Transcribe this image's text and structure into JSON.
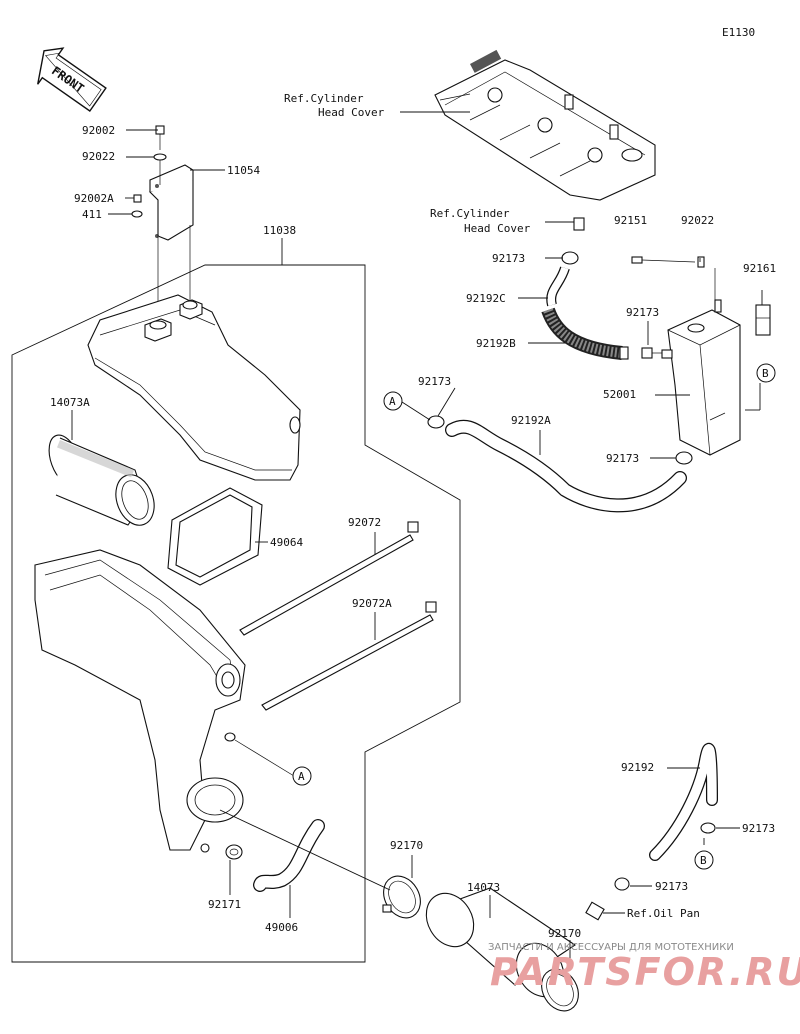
{
  "diagram_code": "E1130",
  "front_label": "FRONT",
  "callouts": {
    "ref_cyl_head_cover_1_line1": "Ref.Cylinder",
    "ref_cyl_head_cover_1_line2": "Head Cover",
    "ref_cyl_head_cover_2_line1": "Ref.Cylinder",
    "ref_cyl_head_cover_2_line2": "Head Cover",
    "ref_oil_pan": "Ref.Oil Pan"
  },
  "part_numbers": {
    "p92002": "92002",
    "p92022_left": "92022",
    "p11054": "11054",
    "p92002A": "92002A",
    "p411": "411",
    "p11038": "11038",
    "p14073A": "14073A",
    "p49064": "49064",
    "p92072": "92072",
    "p92072A": "92072A",
    "p92171": "92171",
    "p49006": "49006",
    "p92170_a": "92170",
    "p14073": "14073",
    "p92170_b": "92170",
    "p92173_top": "92173",
    "p92192C": "92192C",
    "p92192B": "92192B",
    "p92151": "92151",
    "p92022_right": "92022",
    "p92161": "92161",
    "p92173_mid": "92173",
    "p52001": "52001",
    "p92173_left": "92173",
    "p92192A": "92192A",
    "p92173_low": "92173",
    "p92192": "92192",
    "p92173_b1": "92173",
    "p92173_b2": "92173"
  },
  "connectors": {
    "A1": "A",
    "A2": "A",
    "B1": "B",
    "B2": "B"
  },
  "watermark": {
    "tagline": "ЗАПЧАСТИ И АКСЕССУАРЫ ДЛЯ МОТОТЕХНИКИ",
    "brand": "PARTSFOR.RU"
  }
}
